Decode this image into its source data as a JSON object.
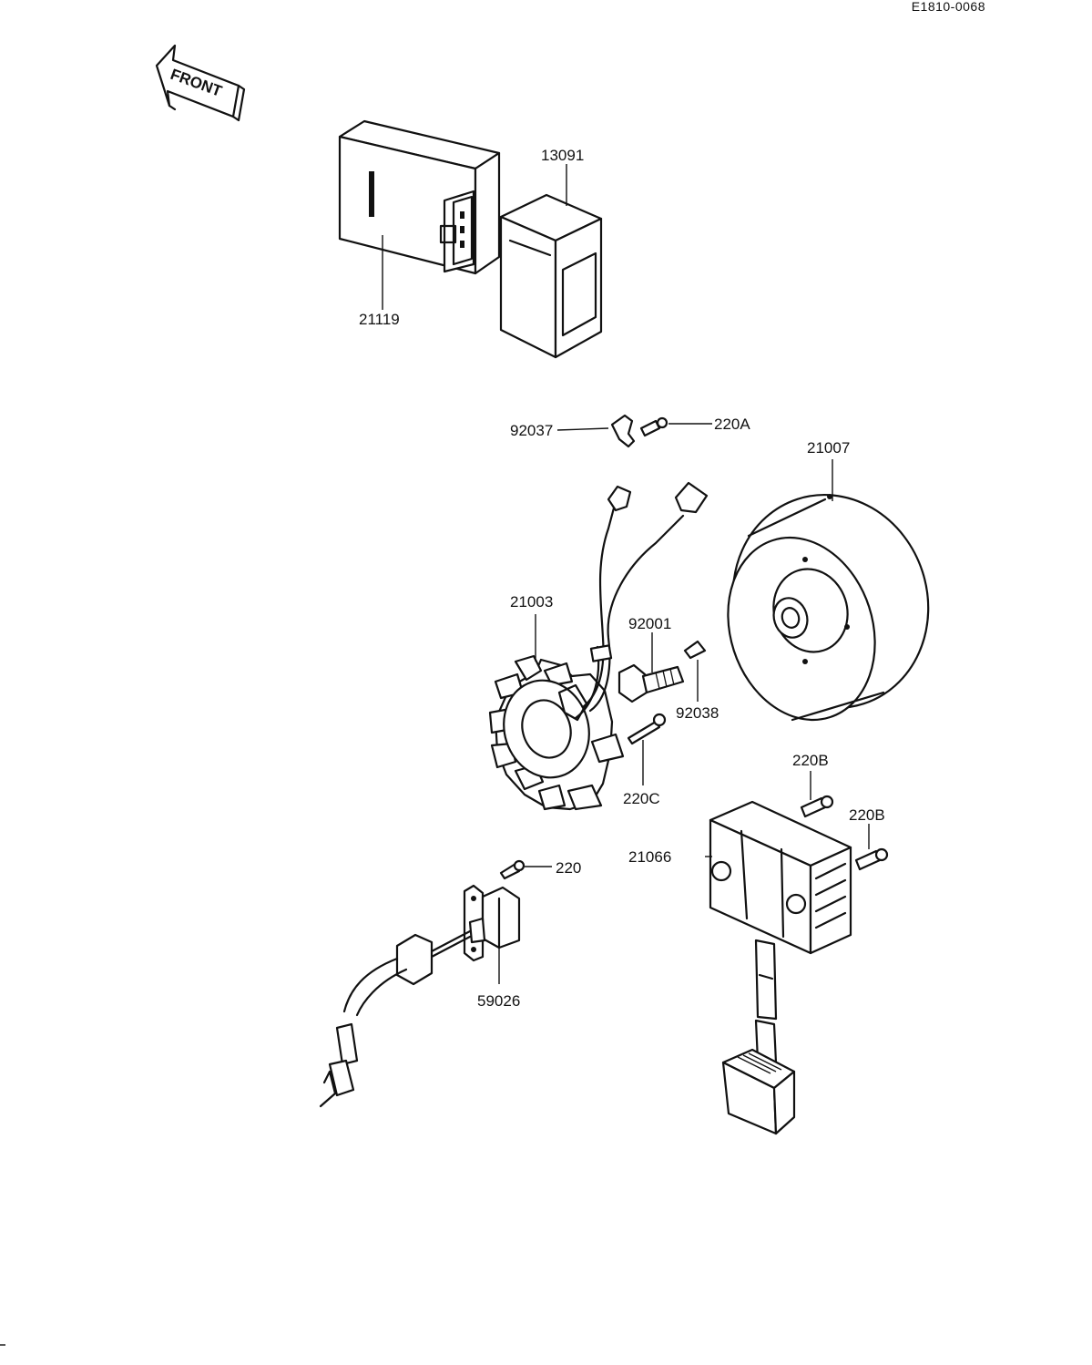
{
  "diagram": {
    "reference_code": "E1810-0068",
    "front_arrow_text": "FRONT",
    "parts": [
      {
        "id": "21119"
      },
      {
        "id": "13091"
      },
      {
        "id": "92037"
      },
      {
        "id": "220A"
      },
      {
        "id": "21007"
      },
      {
        "id": "21003"
      },
      {
        "id": "92001"
      },
      {
        "id": "92038"
      },
      {
        "id": "220C"
      },
      {
        "id": "220B"
      },
      {
        "id": "220B"
      },
      {
        "id": "21066"
      },
      {
        "id": "220"
      },
      {
        "id": "59026"
      }
    ]
  }
}
